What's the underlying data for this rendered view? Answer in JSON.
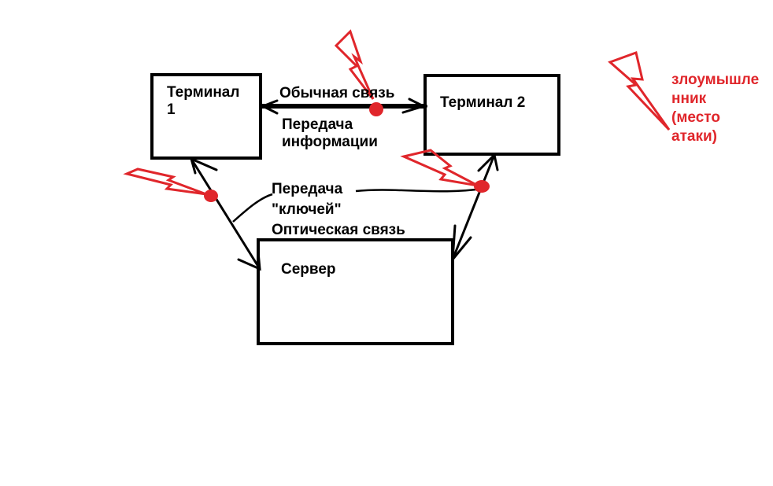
{
  "boxes": {
    "terminal1": {
      "line1": "Терминал",
      "line2": "1"
    },
    "terminal2": {
      "label": "Терминал 2"
    },
    "server": {
      "label": "Сервер"
    }
  },
  "labels": {
    "regular_link": "Обычная связь",
    "info_transfer_1": "Передача",
    "info_transfer_2": "информации",
    "keys_transfer_1": "Передача",
    "keys_transfer_2": "\"ключей\"",
    "optical_link": "Оптическая связь"
  },
  "legend": {
    "line1": "злоумышле",
    "line2": "нник",
    "line3": "(место",
    "line4": "атаки)"
  },
  "colors": {
    "ink": "#000000",
    "attack": "#e0262b"
  },
  "icons": {
    "attack_marker": "lightning-bolt-icon",
    "attack_point": "red-dot-icon"
  }
}
